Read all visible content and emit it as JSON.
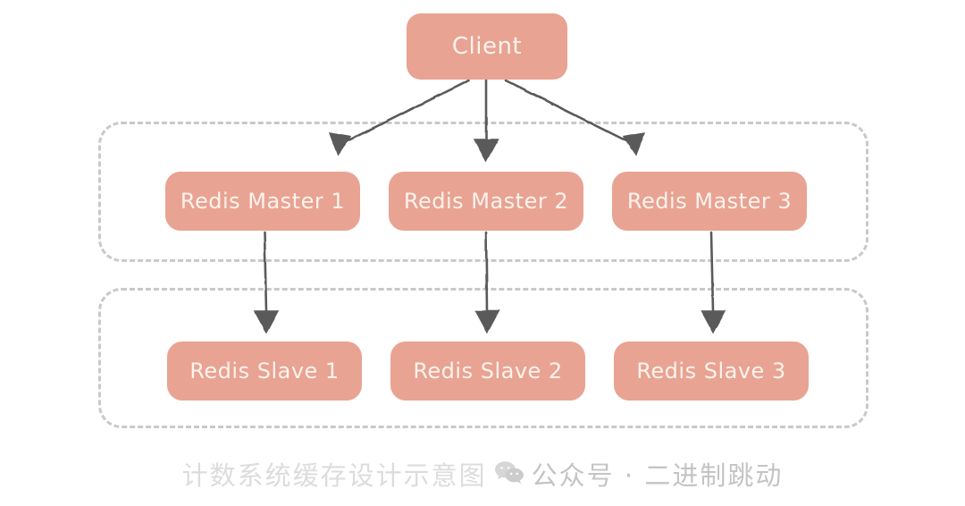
{
  "diagram": {
    "type": "architecture-diagram",
    "title_watermark": "计数系统缓存设计示意图",
    "background_color": "#ffffff",
    "node_fill_color": "#e8a393",
    "node_text_color": "#fdf3ec",
    "group_border_color": "#c9c9c9",
    "arrow_color": "#5a5a5a",
    "watermark_color": "#dcdcdc"
  },
  "client": {
    "label": "Client"
  },
  "master_group": {
    "nodes": [
      {
        "label": "Redis Master 1"
      },
      {
        "label": "Redis Master 2"
      },
      {
        "label": "Redis Master 3"
      }
    ]
  },
  "slave_group": {
    "nodes": [
      {
        "label": "Redis Slave 1"
      },
      {
        "label": "Redis Slave 2"
      },
      {
        "label": "Redis Slave 3"
      }
    ]
  },
  "edges": [
    {
      "from": "Client",
      "to": "Redis Master 1"
    },
    {
      "from": "Client",
      "to": "Redis Master 2"
    },
    {
      "from": "Client",
      "to": "Redis Master 3"
    },
    {
      "from": "Redis Master 1",
      "to": "Redis Slave 1"
    },
    {
      "from": "Redis Master 2",
      "to": "Redis Slave 2"
    },
    {
      "from": "Redis Master 3",
      "to": "Redis Slave 3"
    }
  ],
  "footer": {
    "caption": "计数系统缓存设计示意图",
    "icon": "wechat-icon",
    "account": "公众号 · 二进制跳动"
  }
}
